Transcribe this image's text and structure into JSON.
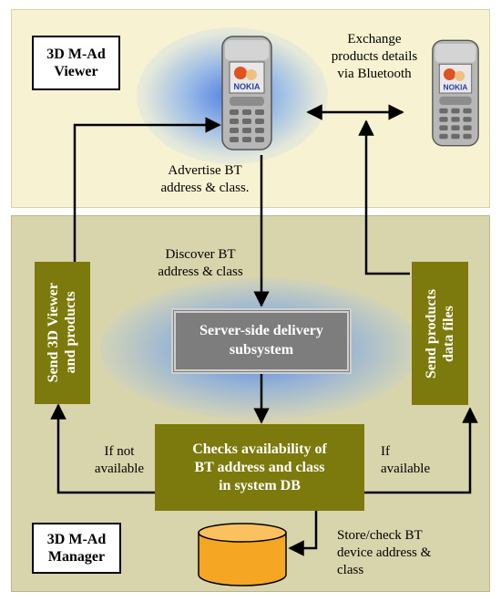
{
  "viewer_label": "3D M-Ad\nViewer",
  "manager_label": "3D M-Ad\nManager",
  "exchange_text": "Exchange\nproducts details\nvia Bluetooth",
  "advertise_text": "Advertise BT\naddress & class.",
  "discover_text": "Discover BT\naddress & class",
  "server_text": "Server-side delivery\nsubsystem",
  "send_viewer_text": "Send 3D Viewer\nand products",
  "send_products_text": "Send products\ndata files",
  "checks_text": "Checks availability of\nBT address and class\nin system DB",
  "if_not_text": "If not\navailable",
  "if_text": "If\navailable",
  "store_text": "Store/check BT\ndevice address &\nclass",
  "phone_brand": "NOKIA",
  "colors": {
    "olive": "#7c7a0c",
    "server_gray": "#7d7d7d",
    "db_orange": "#f5a623",
    "top_panel": "#f7f3d2",
    "bottom_panel": "#d8d4ac"
  }
}
